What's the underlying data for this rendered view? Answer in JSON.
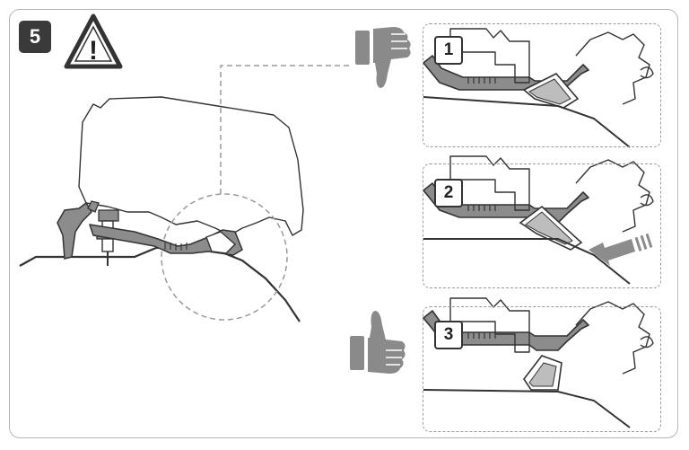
{
  "step": {
    "number": "5"
  },
  "warning": {
    "symbol": "!"
  },
  "panels": [
    {
      "label": "1",
      "verdict": "thumbs-down-icon"
    },
    {
      "label": "2",
      "verdict": "none"
    },
    {
      "label": "3",
      "verdict": "thumbs-up-icon"
    }
  ],
  "colors": {
    "profile_fill": "#8c8c8c",
    "line": "#333333",
    "dashed": "#9a9a9a",
    "hand": "#8a8a8a",
    "badge": "#3a3a3a"
  }
}
